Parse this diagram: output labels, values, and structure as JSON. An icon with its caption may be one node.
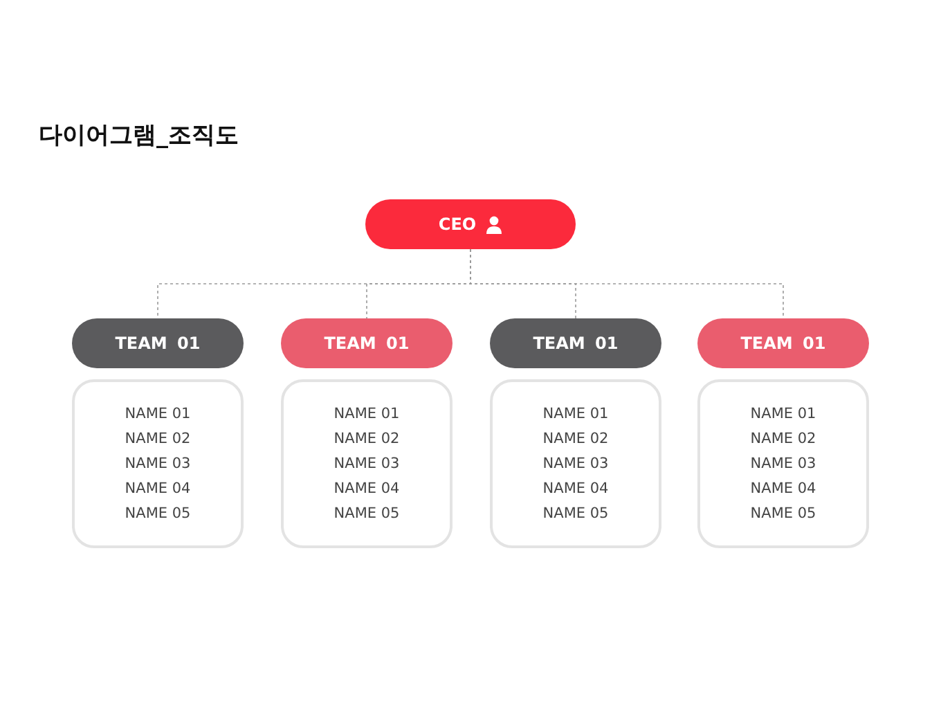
{
  "diagram": {
    "title": "다이어그램_조직도",
    "nodes": [
      {
        "text": [
          "CEO"
        ]
      },
      {
        "text": [
          "TEAM 01"
        ]
      },
      {
        "text": [
          "TEAM 01"
        ]
      },
      {
        "text": [
          "TEAM 01"
        ]
      },
      {
        "text": [
          "TEAM 01"
        ]
      },
      {
        "text": [
          "NAME 01",
          "NAME 02",
          "NAME 03",
          "NAME 04",
          "NAME 05"
        ]
      },
      {
        "text": [
          "NAME 01",
          "NAME 02",
          "NAME 03",
          "NAME 04",
          "NAME 05"
        ]
      },
      {
        "text": [
          "NAME 01",
          "NAME 02",
          "NAME 03",
          "NAME 04",
          "NAME 05"
        ]
      },
      {
        "text": [
          "NAME 01",
          "NAME 02",
          "NAME 03",
          "NAME 04",
          "NAME 05"
        ]
      }
    ],
    "edges": [
      {
        "from": 0,
        "to": 1,
        "arrow": "none",
        "style": "dashed"
      },
      {
        "from": 0,
        "to": 2,
        "arrow": "none",
        "style": "dashed"
      },
      {
        "from": 0,
        "to": 3,
        "arrow": "none",
        "style": "dashed"
      },
      {
        "from": 0,
        "to": 4,
        "arrow": "none",
        "style": "dashed"
      }
    ]
  }
}
